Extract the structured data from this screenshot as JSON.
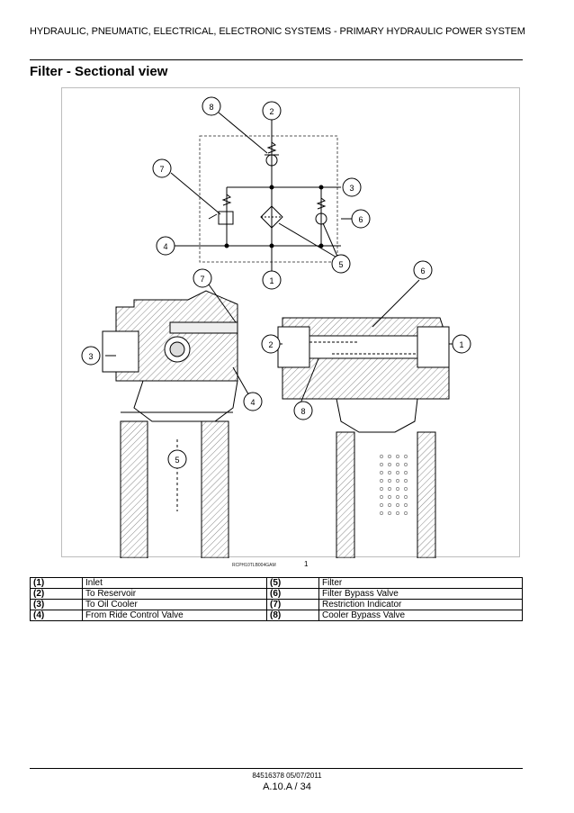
{
  "header": {
    "title": "HYDRAULIC, PNEUMATIC, ELECTRICAL, ELECTRONIC SYSTEMS - PRIMARY HYDRAULIC POWER SYSTEM"
  },
  "section": {
    "title": "Filter - Sectional view"
  },
  "figure": {
    "callouts": [
      "1",
      "2",
      "3",
      "4",
      "5",
      "6",
      "7",
      "8"
    ],
    "reference": "RCPH10TLB004GAM",
    "number": "1"
  },
  "legend": {
    "rows": [
      {
        "code_a": "(1)",
        "label_a": "Inlet",
        "code_b": "(5)",
        "label_b": "Filter"
      },
      {
        "code_a": "(2)",
        "label_a": "To Reservoir",
        "code_b": "(6)",
        "label_b": "Filter Bypass Valve"
      },
      {
        "code_a": "(3)",
        "label_a": "To Oil Cooler",
        "code_b": "(7)",
        "label_b": "Restriction Indicator"
      },
      {
        "code_a": "(4)",
        "label_a": "From Ride Control Valve",
        "code_b": "(8)",
        "label_b": "Cooler Bypass Valve"
      }
    ]
  },
  "footer": {
    "doc_ref": "84516378 05/07/2011",
    "page": "A.10.A / 34"
  }
}
